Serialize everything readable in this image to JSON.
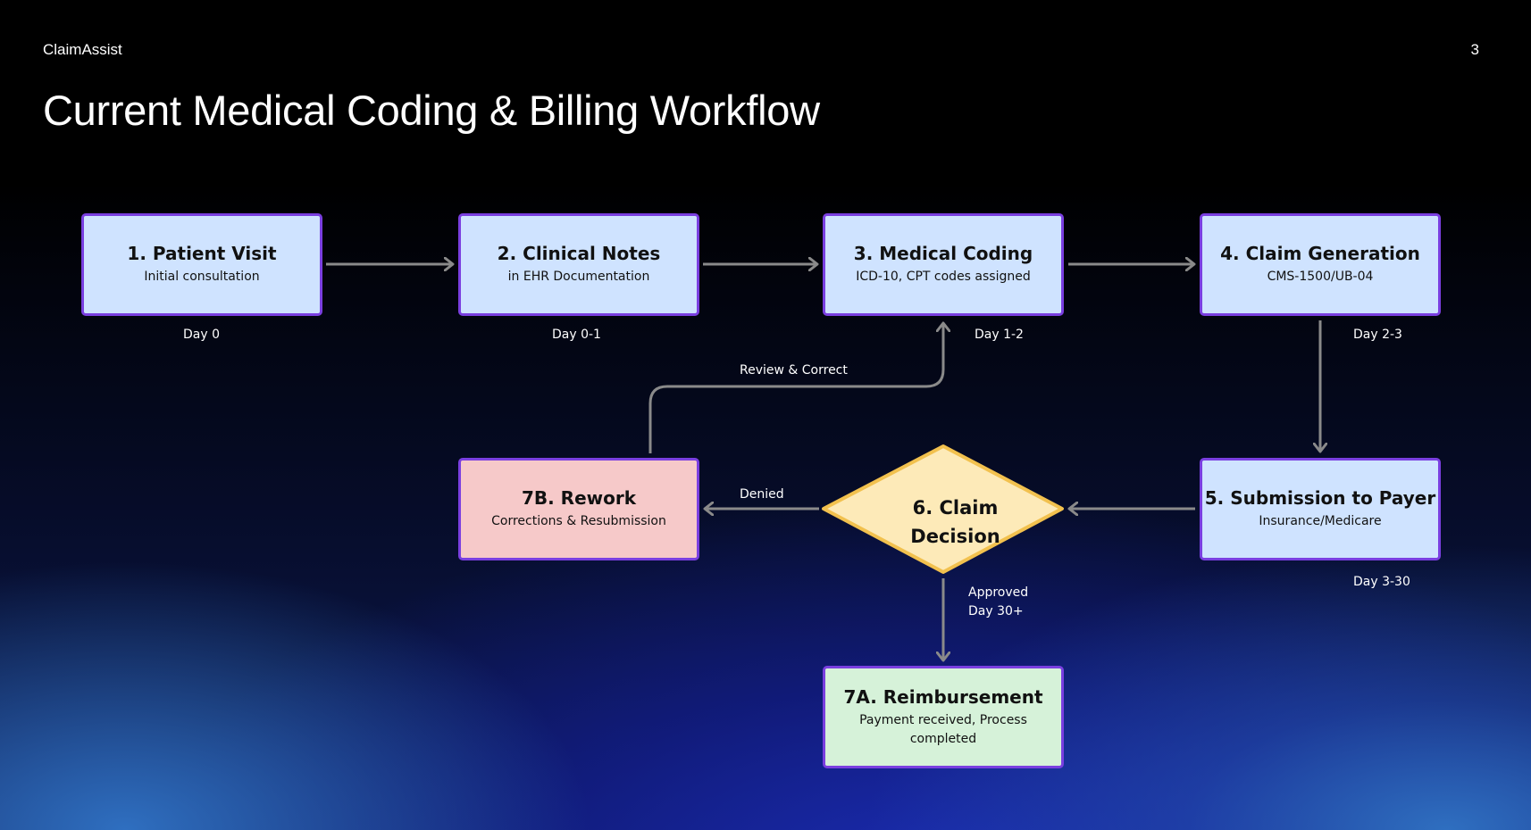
{
  "header": {
    "brand": "ClaimAssist",
    "page_number": "3"
  },
  "title": "Current Medical Coding & Billing Workflow",
  "diagram": {
    "nodes": {
      "patient_visit": {
        "title": "1. Patient Visit",
        "subtitle": "Initial consultation"
      },
      "clinical_notes": {
        "title": "2. Clinical Notes",
        "subtitle": "in EHR Documentation"
      },
      "medical_coding": {
        "title": "3. Medical Coding",
        "subtitle": "ICD-10, CPT codes assigned"
      },
      "claim_generation": {
        "title": "4. Claim Generation",
        "subtitle": "CMS-1500/UB-04"
      },
      "submission": {
        "title": "5. Submission to Payer",
        "subtitle": "Insurance/Medicare"
      },
      "claim_decision": {
        "title": "6. Claim Decision"
      },
      "rework": {
        "title": "7B. Rework",
        "subtitle": "Corrections & Resubmission"
      },
      "reimbursement": {
        "title": "7A. Reimbursement",
        "subtitle": "Payment received, Process completed"
      }
    },
    "timings": {
      "patient_visit": "Day 0",
      "clinical_notes": "Day 0-1",
      "medical_coding": "Day 1-2",
      "claim_generation": "Day 2-3",
      "submission": "Day 3-30"
    },
    "edge_labels": {
      "review": "Review & Correct",
      "denied": "Denied",
      "approved": "Approved",
      "approved_day": "Day 30+"
    },
    "colors": {
      "process_fill": "#cfe3ff",
      "rework_fill": "#f6c9c9",
      "reimbursement_fill": "#d6f2d9",
      "decision_fill": "#fdeab8",
      "decision_border": "#f2c14e",
      "node_border": "#7a3fe0",
      "connector": "#8a8a8a"
    }
  }
}
